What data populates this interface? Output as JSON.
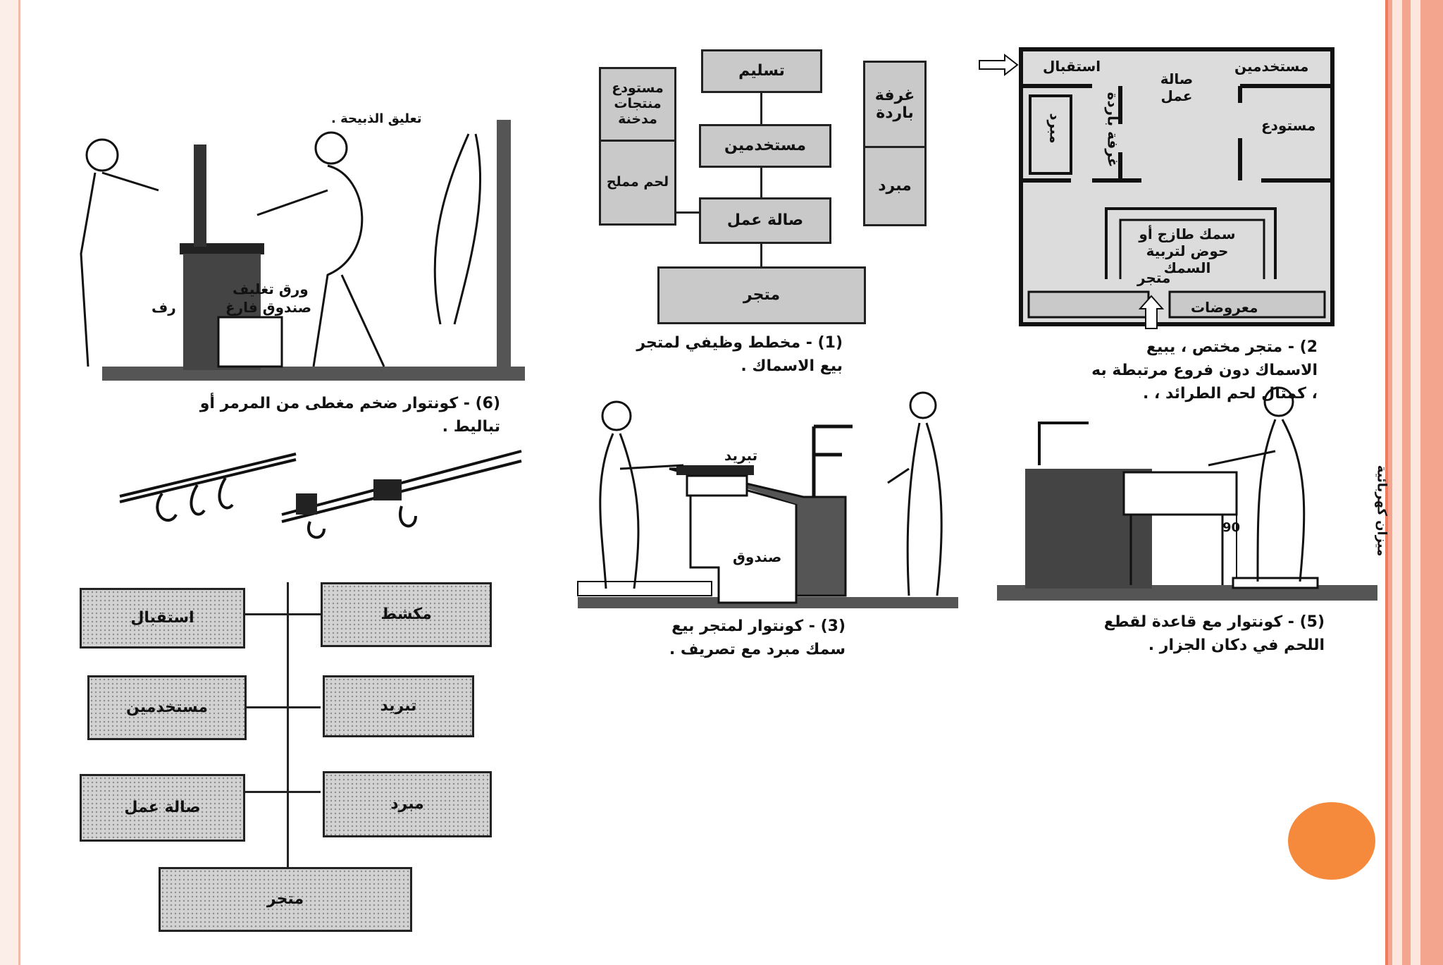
{
  "diagram1": {
    "boxes": {
      "receiving": "تسليم",
      "staff": "مستخدمين",
      "workhall": "صالة عمل",
      "store": "متجر",
      "smoked_store": "مستودع منتجات مدخنة",
      "salted_fish": "لحم مملح",
      "cold_room": "غرفة باردة",
      "cooler": "مبرد"
    },
    "caption": [
      "(1) - مخطط وظيفي لمتجر",
      "بيع الاسماك ."
    ]
  },
  "diagram2": {
    "labels": {
      "reception": "استقبال",
      "workhall": "صالة عمل",
      "staff": "مستخدمين",
      "warehouse": "مستودع",
      "cooler": "مبرد",
      "cold_room": "غرفة باردة",
      "fish_tank": "سمك طازج أو حوض لتربية السمك",
      "store": "متجر",
      "displays": "معروضات"
    },
    "caption": [
      "2) - متجر مختص ، يبيع",
      "الاسماك دون فروع مرتبطة به",
      "، كمثال لحم الطرائد ، ."
    ]
  },
  "diagram3": {
    "labels": {
      "cooling": "تبريد",
      "box": "صندوق"
    },
    "caption": [
      "(3) - كونتوار لمتجر بيع",
      "سمك مبرد مع تصريف ."
    ]
  },
  "diagram5": {
    "labels": {
      "height": "90",
      "scale": "ميزان كهربائية"
    },
    "caption": [
      "(5) - كونتوار مع قاعدة لقطع",
      "اللحم في دكان الجزار ."
    ]
  },
  "diagram6": {
    "labels": {
      "top_text": "تعليق الذبيحة .",
      "wrap": "ورق تغليف",
      "crate": "صندوق فارغ",
      "shelf": "رف"
    },
    "caption": [
      "(6) - كونتوار ضخم مغطى من المرمر أو",
      "تباليط ."
    ]
  },
  "diagram7": {
    "boxes": {
      "reception": "استقبال",
      "scraper": "مكشط",
      "staff": "مستخدمين",
      "cooling": "تبريد",
      "workhall": "صالة عمل",
      "cooler": "مبرد",
      "store": "متجر"
    }
  }
}
